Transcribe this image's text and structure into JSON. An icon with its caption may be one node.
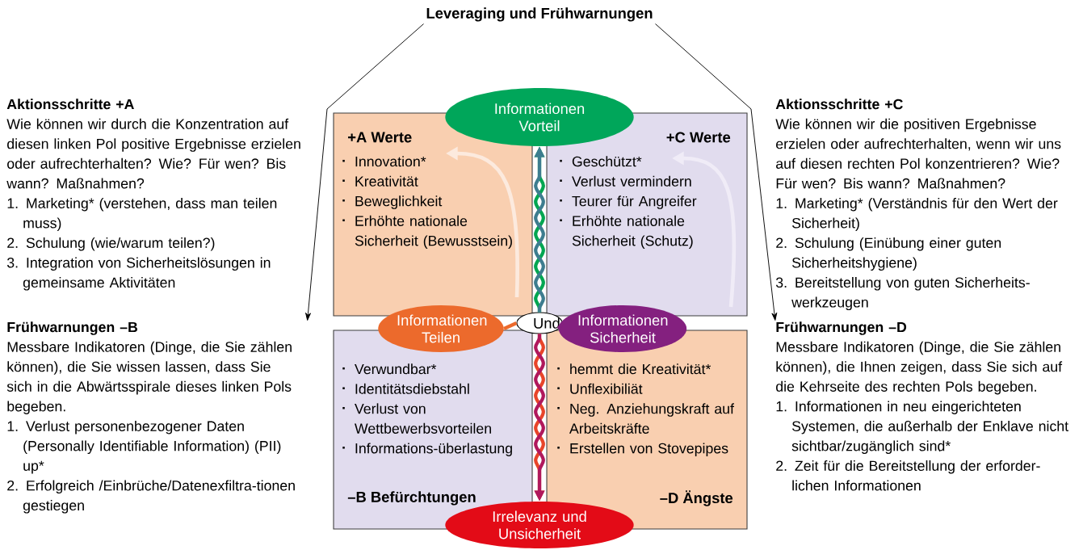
{
  "diagram": {
    "nodes": [
      {
        "text": [
          "Leveraging und Frühwarnungen"
        ]
      },
      {
        "text": [
          "Informationen Vorteil"
        ]
      },
      {
        "text": [
          "+A Werte",
          "Innovation*",
          "Kreativität",
          "Beweglichkeit",
          "Erhöhte nationale Sicherheit (Bewusstsein)"
        ]
      },
      {
        "text": [
          "+C Werte",
          "Geschützt*",
          "Verlust vermindern",
          "Teurer für Angreifer",
          "Erhöhte nationale Sicherheit (Schutz)"
        ]
      },
      {
        "text": [
          "Informationen Teilen"
        ]
      },
      {
        "text": [
          "Und"
        ]
      },
      {
        "text": [
          "Informationen Sicherheit"
        ]
      },
      {
        "text": [
          "Verwundbar*",
          "Identitätsdiebstahl",
          "Verlust von Wettbewerbsvorteilen",
          "Informations-überlastung",
          "–B Befürchtungen"
        ]
      },
      {
        "text": [
          "hemmt die Kreativität*",
          "Unflexibiliät",
          "Neg. Anziehungskraft auf Arbeitskräfte",
          "Erstellen von Stovepipes",
          "–D Ängste"
        ]
      },
      {
        "text": [
          "Irrelevanz und Unsicherheit"
        ]
      },
      {
        "text": [
          "Frühwarnungen –B",
          "Messbare Indikatoren (Dinge, die Sie zählen können), die Sie wissen lassen, dass Sie sich in die Abwärtsspirale dieses linken Pols begeben.",
          "1. Verlust personenbezogener Daten (Personally Identifiable Information) (PII) up*",
          "2. Erfolgreich /Einbrüche/Datenexfiltra-tionen gestiegen"
        ]
      },
      {
        "text": [
          "Frühwarnungen –D",
          "Messbare Indikatoren (Dinge, die Sie zählen können), die Ihnen zeigen, dass Sie sich auf die Kehrseite des rechten Pols begeben.",
          "1. Informationen in neu eingerichteten Systemen, die außerhalb der Enklave nicht sichtbar/zugänglich sind*",
          "2. Zeit für die Bereitstellung der erforder-lichen Informationen"
        ]
      }
    ],
    "edges": [
      {
        "from": 0,
        "to": 10,
        "arrow": "to"
      },
      {
        "from": 0,
        "to": 11,
        "arrow": "to"
      },
      {
        "from": 5,
        "to": 1,
        "arrow": "to",
        "color": "#00a651"
      },
      {
        "from": 5,
        "to": 1,
        "arrow": "to",
        "color": "#3d7d8f"
      },
      {
        "from": 5,
        "to": 9,
        "arrow": "to",
        "color": "#e8452a"
      },
      {
        "from": 5,
        "to": 9,
        "arrow": "to",
        "color": "#b0185c"
      },
      {
        "from": 4,
        "to": 5,
        "arrow": "none",
        "color": "#ec6a2c"
      },
      {
        "from": 6,
        "to": 5,
        "arrow": "none",
        "color": "#84207f"
      }
    ],
    "labels": [
      "Aktionsschritte +A",
      "Wie können wir durch die Konzentration auf diesen linken Pol positive Ergebnisse erzielen oder aufrechterhalten? Wie? Für wen? Bis wann? Maßnahmen?",
      "1. Marketing* (verstehen, dass man teilen muss)",
      "2. Schulung (wie/warum teilen?)",
      "3. Integration von Sicherheitslösungen in gemeinsame Aktivitäten",
      "Aktionsschritte +C",
      "Wie können wir die positiven Ergebnisse erzielen oder aufrechterhalten, wenn wir uns auf diesen rechten Pol konzentrieren? Wie? Für wen? Bis wann? Maßnahmen?",
      "1. Marketing* (Verständnis für den Wert der Sicherheit)",
      "2. Schulung (Einübung einer guten Sicherheitshygiene)",
      "3. Bereitstellung von guten Sicherheits-werkzeugen"
    ]
  }
}
